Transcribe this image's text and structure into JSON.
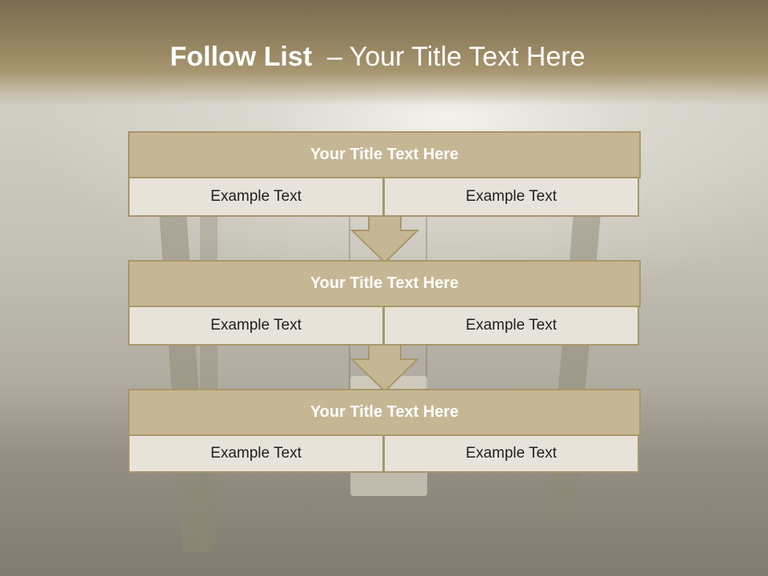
{
  "title": {
    "bold_part": "Follow List ",
    "rest": " – Your Title Text Here"
  },
  "rows": [
    {
      "title": "Your Title Text Here",
      "left": "Example Text",
      "right": "Example Text"
    },
    {
      "title": "Your Title Text Here",
      "left": "Example Text",
      "right": "Example Text"
    },
    {
      "title": "Your Title Text Here",
      "left": "Example Text",
      "right": "Example Text"
    }
  ],
  "colors": {
    "header_band": "#8f7f5c",
    "title_fill": "#c6b794",
    "cell_fill": "#e8e3da",
    "border": "#a8976b",
    "arrow_fill": "#c6b794"
  },
  "icons": [
    "down-arrow-icon",
    "down-arrow-icon"
  ]
}
